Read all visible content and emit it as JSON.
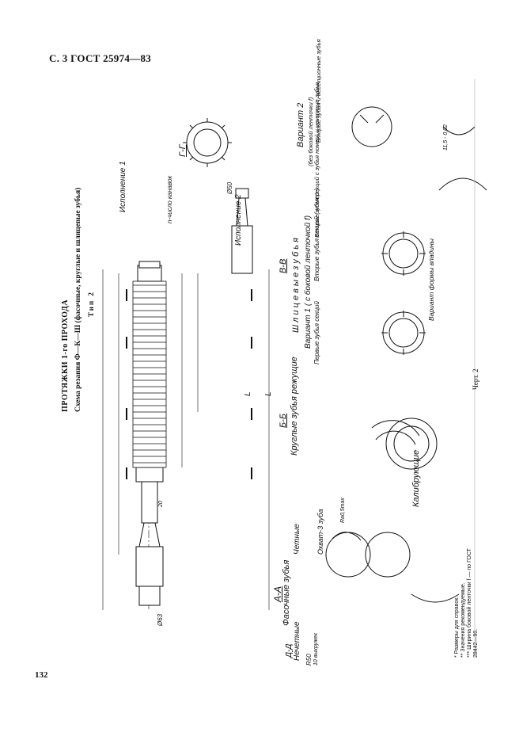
{
  "header": {
    "page_ref": "С. 3 ГОСТ 25974—83",
    "page_number": "132"
  },
  "title": {
    "main": "ПРОТЯЖКИ 1-го ПРОХОДА",
    "subtitle": "Схема резания Ф—К—Ш (фасочные, круглые и шлицевые зубья)",
    "type": "Тип 2"
  },
  "figure": {
    "label": "Черт. 2"
  },
  "sections": {
    "aa": "А-А",
    "bb": "Б-Б",
    "vv": "В-В",
    "gg": "Г-Г",
    "dd": "Д-Д",
    "ii": "Д"
  },
  "labels": {
    "chamfer_teeth": "Фасочные зубья",
    "odd": "Нечетные",
    "even": "Четные",
    "round_cutting": "Круглые зубья режущие",
    "calibrating": "Калибрующие",
    "spline_teeth": "Ш л и ц е в ы е   з у б ь я",
    "variant1": "Вариант 1 ( с боковой ленточкой f)",
    "variant2": "Вариант 2",
    "variant2_note": "(без боковой ленточки f)",
    "first_teeth": "Первые зубья секций",
    "second_teeth": "Вторые зубья секций ( номер )",
    "second_teeth2": "Вторые зубья секций с зубья номер) и нечетные зубья",
    "second_teeth3": "Вторые зубья и несекционные зубья",
    "execution1": "Исполнение 1",
    "execution2": "Исполнение 2",
    "grooves": "n-число канавок",
    "grip": "Охват-3 зуба",
    "shape_variant": "Вариант формы впадины",
    "r50": "R50",
    "r50_note": "10 выкружек",
    "phi63": "Ø63",
    "phi50": "Ø50",
    "l": "L",
    "l_big": "L",
    "ra": "Ra0,5max",
    "dim_20": "20",
    "dim_118": "11,5 - 0,02"
  },
  "footnotes": [
    "* Размеры для справок.",
    "** Значения рекомендуемые.",
    "*** Ширина боковой ленточки f — по ГОСТ",
    "28442—90."
  ]
}
